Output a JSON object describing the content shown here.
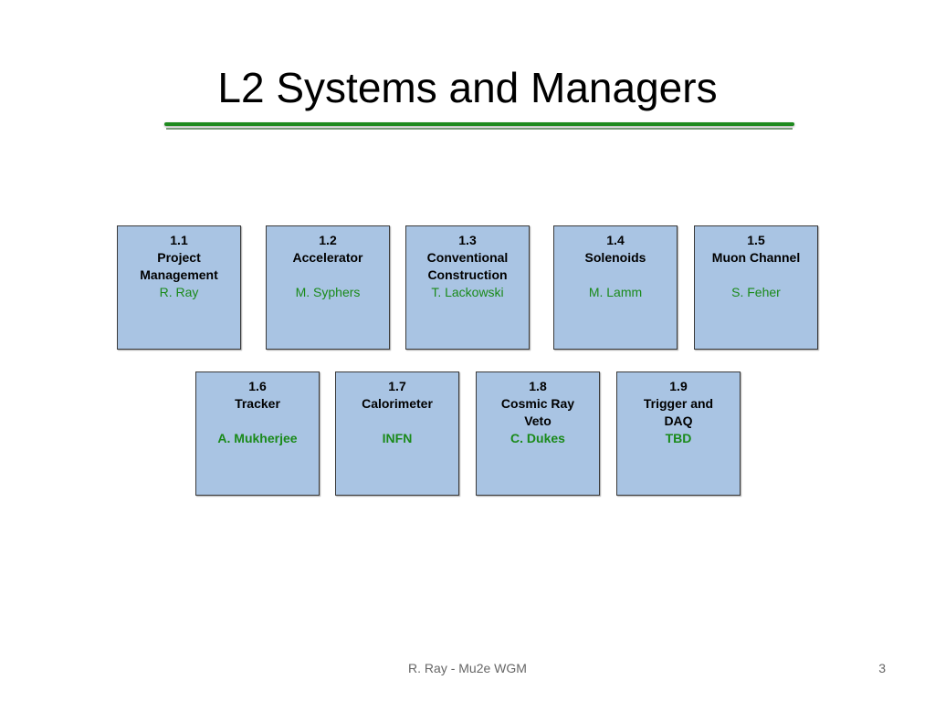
{
  "title": "L2 Systems and Managers",
  "boxes": [
    {
      "num": "1.1",
      "name1": "Project",
      "name2": "Management",
      "manager": "R. Ray"
    },
    {
      "num": "1.2",
      "name1": "Accelerator",
      "name2": "",
      "manager": "M. Syphers"
    },
    {
      "num": "1.3",
      "name1": "Conventional",
      "name2": "Construction",
      "manager": "T. Lackowski"
    },
    {
      "num": "1.4",
      "name1": "Solenoids",
      "name2": "",
      "manager": "M. Lamm"
    },
    {
      "num": "1.5",
      "name1": "Muon Channel",
      "name2": "",
      "manager": "S. Feher"
    },
    {
      "num": "1.6",
      "name1": "Tracker",
      "name2": "",
      "manager": "A. Mukherjee"
    },
    {
      "num": "1.7",
      "name1": "Calorimeter",
      "name2": "",
      "manager": "INFN"
    },
    {
      "num": "1.8",
      "name1": "Cosmic Ray",
      "name2": "Veto",
      "manager": "C. Dukes"
    },
    {
      "num": "1.9",
      "name1": "Trigger and",
      "name2": "DAQ",
      "manager": "TBD"
    }
  ],
  "colors": {
    "box_fill": "#a9c4e3",
    "manager_text": "#1a8a1a",
    "title_rule": "#1e8a1e"
  },
  "footer": {
    "text": "R. Ray - Mu2e WGM",
    "page_number": "3"
  }
}
